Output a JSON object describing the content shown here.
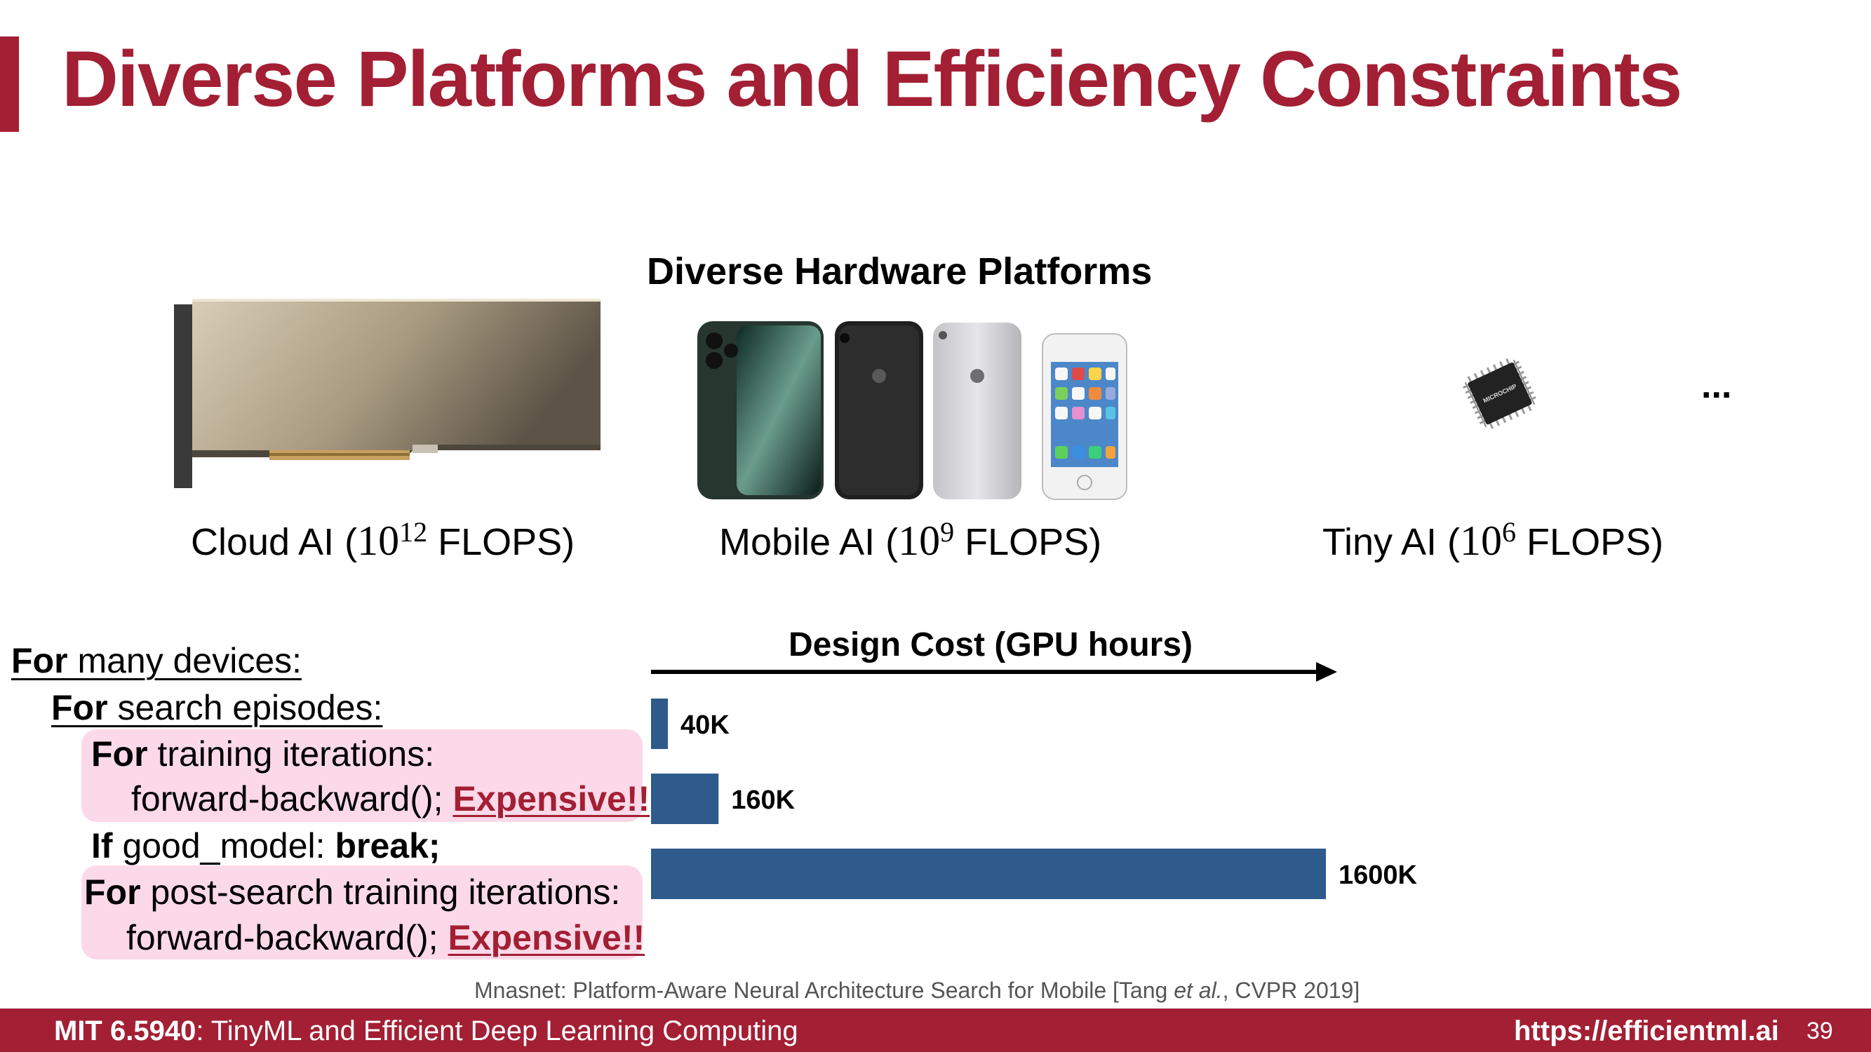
{
  "slide": {
    "title": "Diverse Platforms and Efficiency Constraints",
    "hardware_heading": "Diverse Hardware Platforms",
    "ellipsis": "...",
    "chip_text": "MICROCHIP",
    "platforms": [
      {
        "name": "Cloud AI (",
        "base": "10",
        "exp": "12",
        "unit": " FLOPS)"
      },
      {
        "name": "Mobile AI (",
        "base": "10",
        "exp": "9",
        "unit": " FLOPS)"
      },
      {
        "name": "Tiny AI (",
        "base": "10",
        "exp": "6",
        "unit": " FLOPS)"
      }
    ],
    "code": {
      "l1_kw": "For",
      "l1_text": " many devices:",
      "l2_kw": "For",
      "l2_text": " search episodes:",
      "l3_kw": "For",
      "l3_text": " training iterations:",
      "l4_text": "forward-backward();",
      "l4_flag": "Expensive!!",
      "l5_kw": "If",
      "l5_text": " good_model: ",
      "l5_kw2": "break;",
      "l6_kw": "For",
      "l6_text": " post-search training iterations:",
      "l7_text": "forward-backward();",
      "l7_flag": "Expensive!!"
    },
    "citation_pre": "Mnasnet: Platform-Aware Neural Architecture Search for Mobile [Tang ",
    "citation_em": "et al.",
    "citation_post": ", CVPR 2019]",
    "footer": {
      "course_code": "MIT 6.5940",
      "course_name": ": TinyML and Efficient Deep Learning Computing",
      "url": "https://efficientml.ai",
      "page": "39"
    }
  },
  "colors": {
    "accent": "#a31f34",
    "bar": "#2e5a8c",
    "highlight": "#fbd9e8"
  },
  "chart_data": {
    "type": "bar",
    "orientation": "horizontal",
    "title": "Design Cost (GPU hours)",
    "categories": [
      "",
      "",
      ""
    ],
    "values": [
      40000,
      160000,
      1600000
    ],
    "data_labels": [
      "40K",
      "160K",
      "1600K"
    ],
    "axis": "arrow",
    "grid": false
  }
}
